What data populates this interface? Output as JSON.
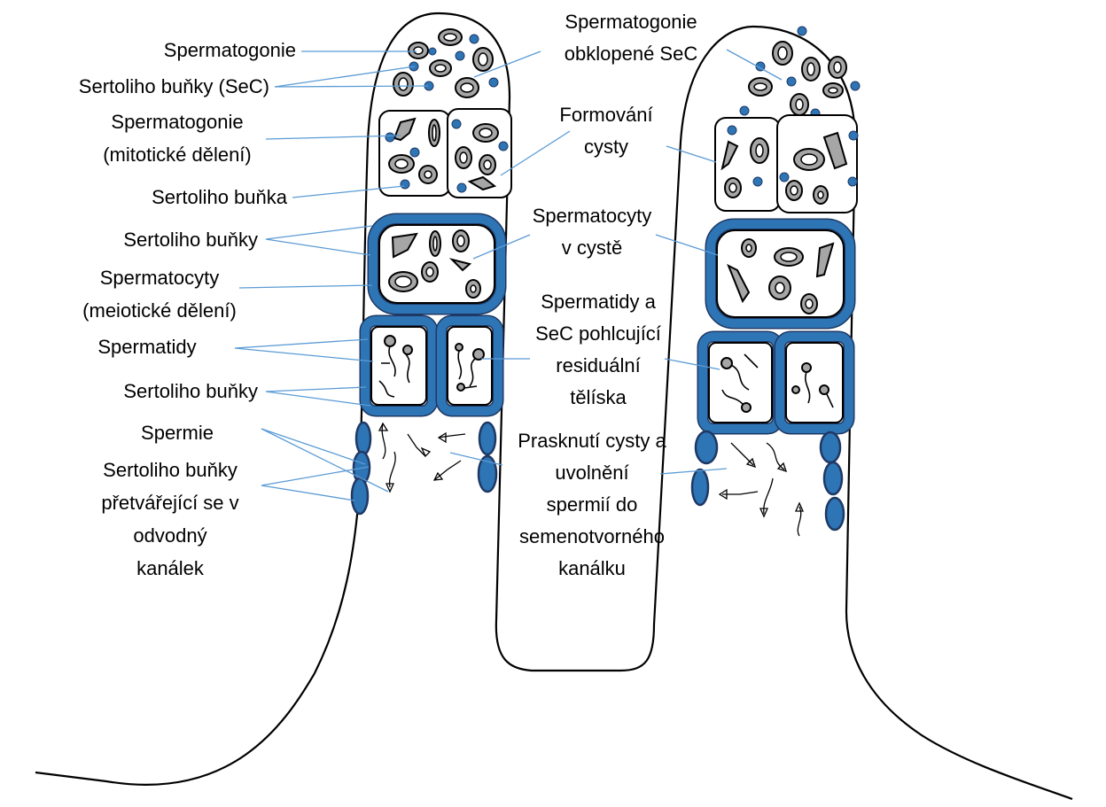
{
  "labels": {
    "left": {
      "spermatogonie": "Spermatogonie",
      "sertoli_sec": "Sertoliho buňky (SeC)",
      "spermatogonie_mitoza_1": "Spermatogonie",
      "spermatogonie_mitoza_2": "(mitotické dělení)",
      "sertoli_single": "Sertoliho buňka",
      "sertoli_2": "Sertoliho buňky",
      "spermatocyty_1": "Spermatocyty",
      "spermatocyty_2": "(meiotické dělení)",
      "spermatidy": "Spermatidy",
      "sertoli_3": "Sertoliho buňky",
      "spermie": "Spermie",
      "sertoli_transform_1": "Sertoliho buňky",
      "sertoli_transform_2": "přetvářející se v",
      "sertoli_transform_3": "odvodný",
      "sertoli_transform_4": "kanálek"
    },
    "middle": {
      "obklopene_1": "Spermatogonie",
      "obklopene_2": "obklopené SeC",
      "formovani_1": "Formování",
      "formovani_2": "cysty",
      "v_cyste_1": "Spermatocyty",
      "v_cyste_2": "v cystě",
      "pohlcujici_1": "Spermatidy a",
      "pohlcujici_2": "SeC pohlcující",
      "pohlcujici_3": "residuální",
      "pohlcujici_4": "tělíska",
      "prasknuti_1": "Prasknutí cysty a",
      "prasknuti_2": "uvolnění",
      "prasknuti_3": "spermií do",
      "prasknuti_4": "semenotvorného",
      "prasknuti_5": "kanálku"
    }
  },
  "colors": {
    "sertoli_cell": "#2e75b6",
    "sertoli_outline": "#1f3864",
    "leader_line": "#5b9bd5",
    "germ_cell": "#a6a6a6"
  }
}
